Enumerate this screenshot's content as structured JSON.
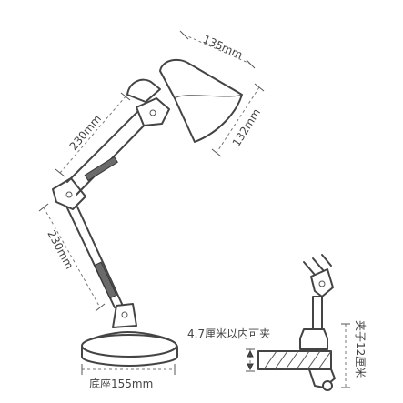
{
  "dimensions": {
    "shade_width": "135mm",
    "shade_height": "132mm",
    "upper_arm": "230mm",
    "lower_arm": "230mm",
    "base": "底座155mm",
    "clamp_capacity": "4.7厘米以内可夹",
    "clamp_size": "夹子12厘米"
  },
  "colors": {
    "outline": "#444444",
    "dimension_line": "#777777",
    "text": "#444444"
  }
}
